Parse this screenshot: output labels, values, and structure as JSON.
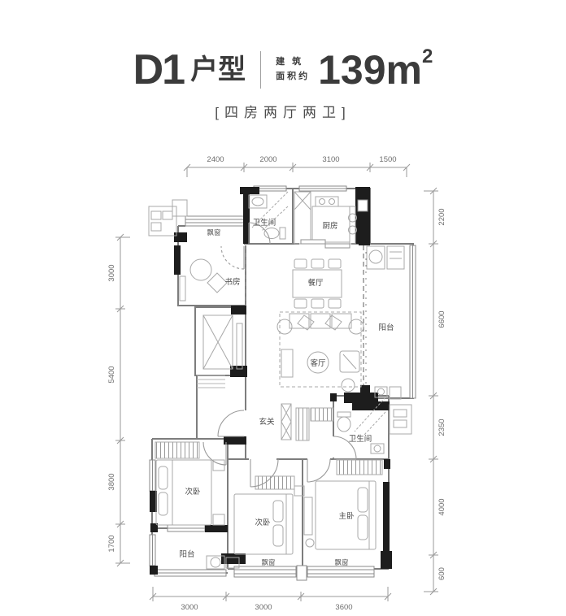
{
  "header": {
    "plan_code": "D1",
    "plan_type": "户型",
    "area_prefix_line1": "建 筑",
    "area_prefix_line2": "面积约",
    "area_value": "139m",
    "area_sup": "2",
    "subtitle": "[四房两厅两卫]"
  },
  "rooms": [
    {
      "id": "bathroom-1",
      "label": "卫生间"
    },
    {
      "id": "kitchen",
      "label": "厨房"
    },
    {
      "id": "bay-window-study",
      "label": "飘窗"
    },
    {
      "id": "study",
      "label": "书房"
    },
    {
      "id": "dining-room",
      "label": "餐厅"
    },
    {
      "id": "balcony-east",
      "label": "阳台"
    },
    {
      "id": "living-room",
      "label": "客厅"
    },
    {
      "id": "foyer",
      "label": "玄关"
    },
    {
      "id": "bathroom-2",
      "label": "卫生间"
    },
    {
      "id": "bedroom-2",
      "label": "次卧"
    },
    {
      "id": "bedroom-3",
      "label": "次卧"
    },
    {
      "id": "master-bedroom",
      "label": "主卧"
    },
    {
      "id": "balcony-south",
      "label": "阳台"
    },
    {
      "id": "bay-window-south-1",
      "label": "飘窗"
    },
    {
      "id": "bay-window-south-2",
      "label": "飘窗"
    }
  ],
  "dimensions": {
    "top": [
      "2400",
      "2000",
      "3100",
      "1500"
    ],
    "bottom": [
      "3000",
      "3000",
      "3600"
    ],
    "left": [
      "3000",
      "5400",
      "3800",
      "1700"
    ],
    "right": [
      "2200",
      "6600",
      "2350",
      "4000",
      "600"
    ]
  },
  "colors": {
    "wall_black": "#1d1d1d",
    "wall_gray": "#7d7d7d",
    "furniture": "#a8a8a8",
    "text": "#4a4a4a",
    "dim_text": "#6e6e6e"
  }
}
